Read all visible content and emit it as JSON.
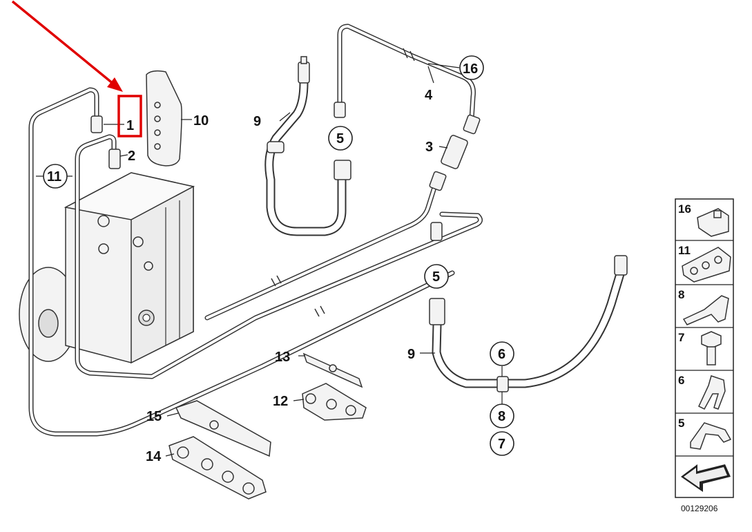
{
  "labels": {
    "p1": "1",
    "p2": "2",
    "p3": "3",
    "p4": "4",
    "p5a": "5",
    "p5b": "5",
    "p6": "6",
    "p7": "7",
    "p8": "8",
    "p9a": "9",
    "p9b": "9",
    "p10": "10",
    "p11": "11",
    "p12": "12",
    "p13": "13",
    "p14": "14",
    "p15": "15",
    "p16": "16"
  },
  "legend": {
    "items": [
      "16",
      "11",
      "8",
      "7",
      "6",
      "5"
    ],
    "reference": "00129206"
  },
  "colors": {
    "highlight": "#e00000",
    "line": "#333333"
  }
}
